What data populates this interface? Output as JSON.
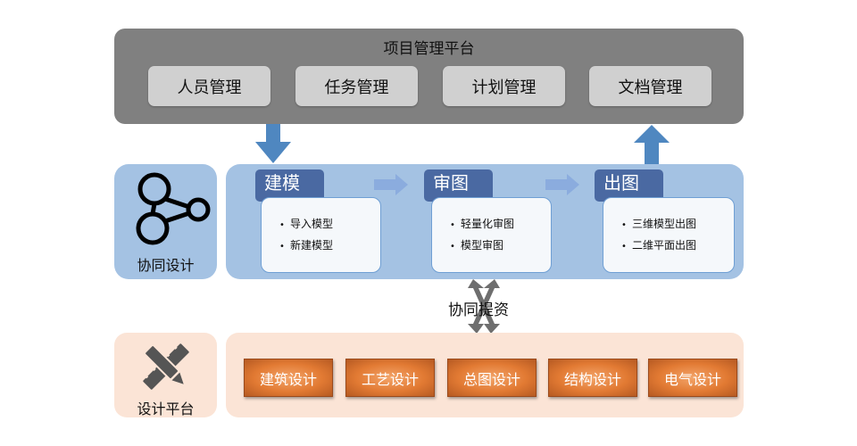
{
  "project_platform": {
    "title": "项目管理平台",
    "modules": [
      "人员管理",
      "任务管理",
      "计划管理",
      "文档管理"
    ]
  },
  "collab_design": {
    "label": "协同设计",
    "icon": "share-nodes-icon",
    "stages": [
      {
        "title": "建模",
        "items": [
          "导入模型",
          "新建模型"
        ]
      },
      {
        "title": "审图",
        "items": [
          "轻量化审图",
          "模型审图"
        ]
      },
      {
        "title": "出图",
        "items": [
          "三维模型出图",
          "二维平面出图"
        ]
      }
    ]
  },
  "exchange": {
    "label": "协同提资",
    "icon": "crossed-bidirectional-arrows-icon"
  },
  "design_platform": {
    "label": "设计平台",
    "icon": "pencil-ruler-icon",
    "disciplines": [
      "建筑设计",
      "工艺设计",
      "总图设计",
      "结构设计",
      "电气设计"
    ]
  },
  "colors": {
    "project_bg": "#808080",
    "module_bg": "#d0d0d0",
    "collab_bg": "#a4c2e3",
    "stage_head": "#4a69a2",
    "arrow_blue": "#4f87c0",
    "design_bg": "#fbe4d6",
    "discipline_orange": "#e27a33"
  }
}
